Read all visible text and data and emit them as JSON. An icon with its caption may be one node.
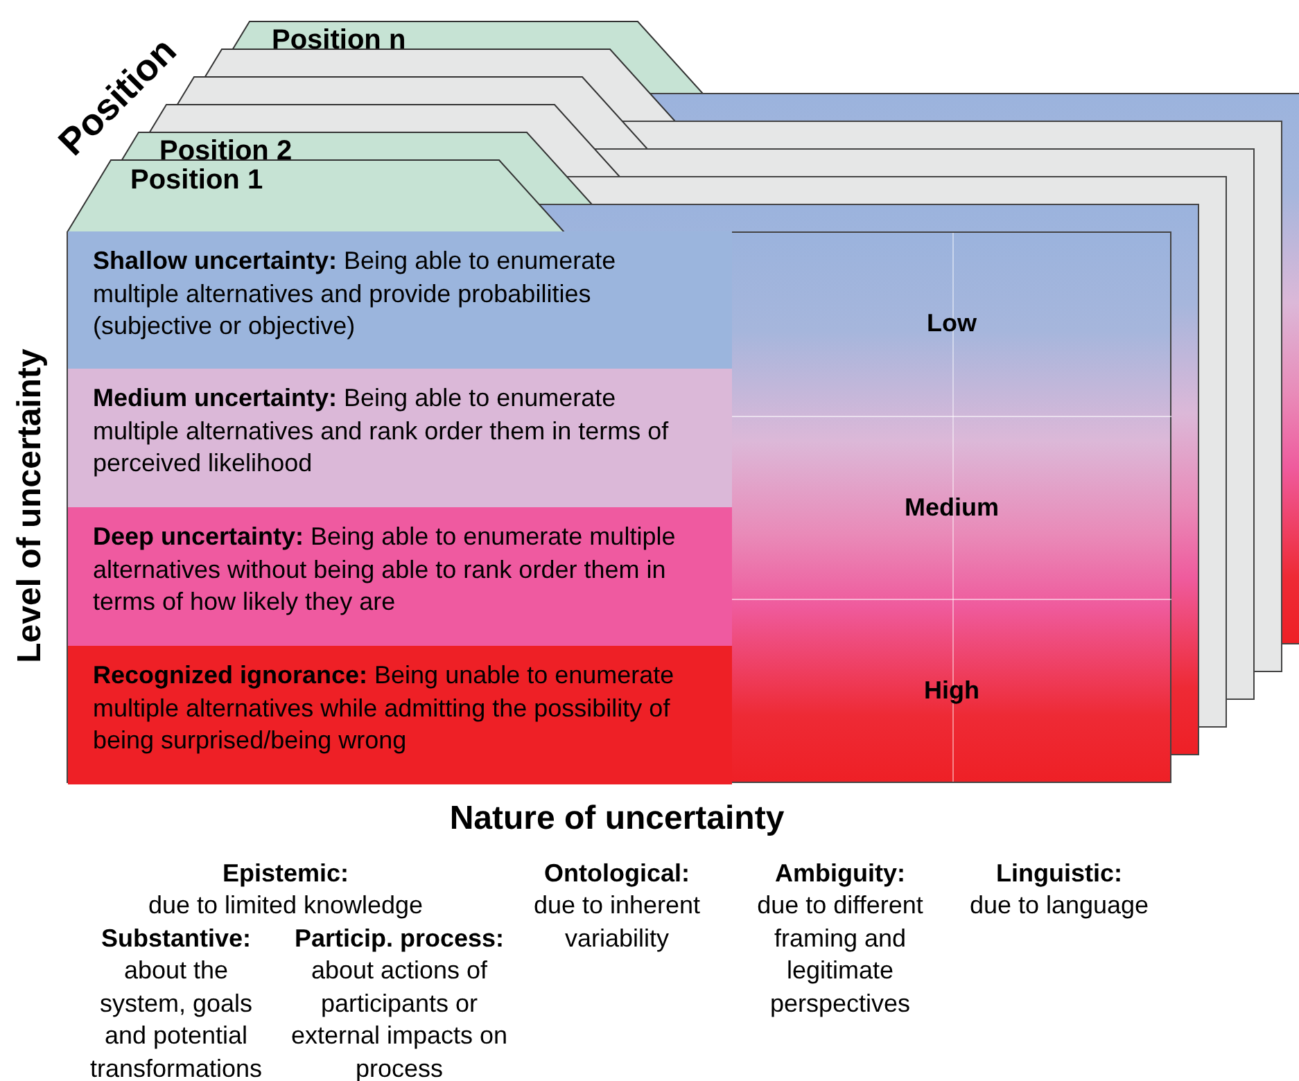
{
  "diagram": {
    "nodes": [
      {
        "text": [
          "**Shallow uncertainty:** Being able to enumerate multiple alternatives and provide probabilities (subjective or objective)"
        ]
      },
      {
        "text": [
          "**Medium uncertainty:** Being able to enumerate multiple alternatives and rank order them in terms of perceived likelihood"
        ]
      },
      {
        "text": [
          "**Deep uncertainty:** Being able to enumerate multiple alternatives without being able to rank order them in terms of how likely they are"
        ]
      },
      {
        "text": [
          "**Recognized ignorance:** Being unable to enumerate multiple alternatives while admitting the possibility of being  surprised/being wrong"
        ]
      },
      {
        "text": [
          "Low"
        ]
      },
      {
        "text": [
          "Medium"
        ]
      },
      {
        "text": [
          "High"
        ]
      }
    ],
    "labels": [
      "Position n",
      "Position",
      "Position 2",
      "Position 1",
      "Level of uncertainty",
      "Nature of uncertainty",
      "Epistemic:",
      "Ontological:",
      "Ambiguity:",
      "Linguistic:",
      "due to limited knowledge",
      "due to inherent variability",
      "due to different framing and legitimate perspectives",
      "due to language",
      "Substantive:",
      "Particip. process:",
      "about the system, goals and potential transformations",
      "about actions of participants or external impacts on process"
    ]
  }
}
